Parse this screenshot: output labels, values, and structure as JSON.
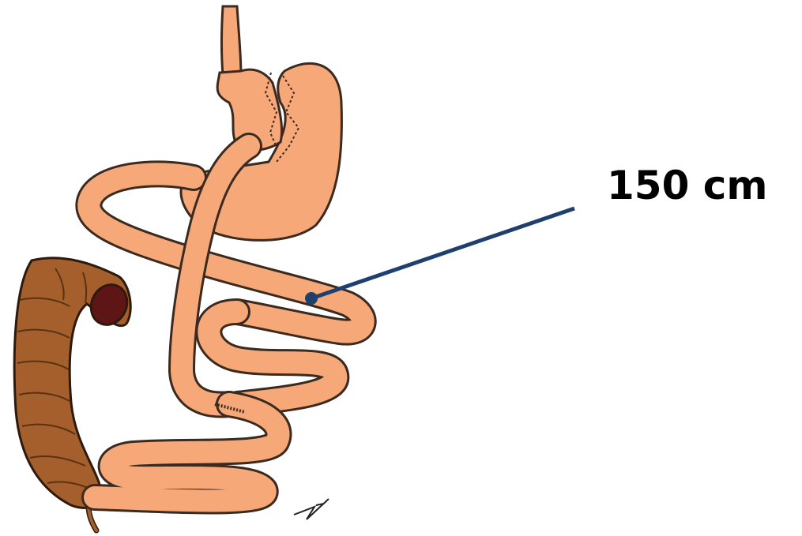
{
  "annotation": {
    "label": "150 cm",
    "leader_color": "#1f3f6e"
  },
  "colors": {
    "bowel_fill": "#f6a878",
    "bowel_fill_light": "#f9bf94",
    "bowel_outline": "#3a2a20",
    "colon_fill": "#a45f2c",
    "colon_outline": "#2e1a0c",
    "colon_lumen": "#5e1516"
  },
  "anatomy": {
    "structures": [
      "esophagus",
      "gastric-pouch",
      "remnant-stomach",
      "biliopancreatic-limb",
      "alimentary-limb",
      "common-channel",
      "colon"
    ]
  }
}
